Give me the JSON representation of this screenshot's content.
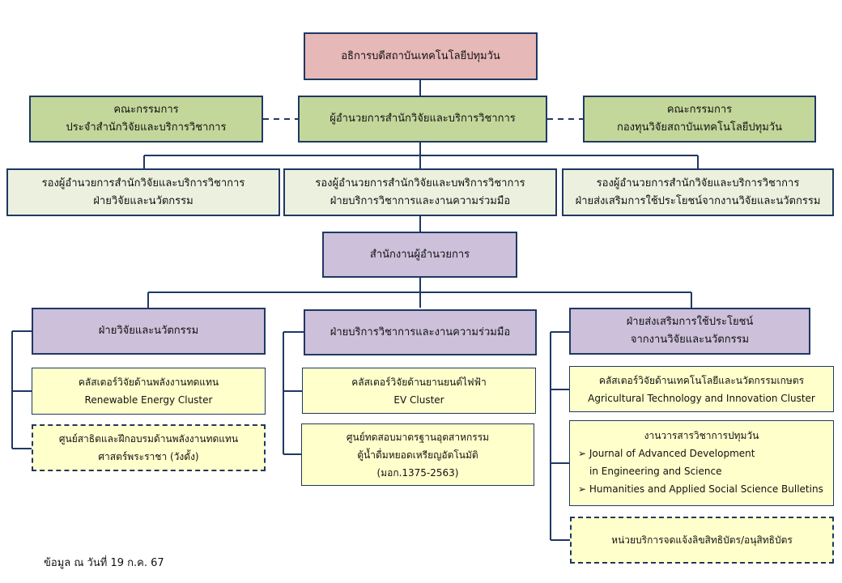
{
  "top": {
    "title": "อธิการบดีสถาบันเทคโนโลยีปทุมวัน"
  },
  "level2": {
    "committee_left": [
      "คณะกรรมการ",
      "ประจำสำนักวิจัยและบริการวิชาการ"
    ],
    "director": "ผู้อำนวยการสำนักวิจัยและบริการวิชาการ",
    "committee_right": [
      "คณะกรรมการ",
      "กองทุนวิจัยสถาบันเทคโนโลยีปทุมวัน"
    ]
  },
  "deputies": [
    [
      "รองผู้อำนวยการสำนักวิจัยและบริการวิชาการ",
      "ฝ่ายวิจัยและนวัตกรรม"
    ],
    [
      "รองผู้อำนวยการสำนักวิจัยและบพริการวิชาการ",
      "ฝ่ายบริการวิชาการและงานความร่วมมือ"
    ],
    [
      "รองผู้อำนวยการสำนักวิจัยและบริการวิชาการ",
      "ฝ่ายส่งเสริมการใช้ประโยชน์จากงานวิจัยและนวัตกรรม"
    ]
  ],
  "office": "สำนักงานผู้อำนวยการ",
  "divisions": {
    "research": {
      "title": "ฝ่ายวิจัยและนวัตกรรม",
      "cluster": [
        "คลัสเตอร์วิจัยด้านพลังงานทดแทน",
        "Renewable Energy Cluster"
      ],
      "center": [
        "ศูนย์สาธิตและฝึกอบรมด้านพลังงานทดแทน",
        "ศาสตร์พระราชา (วังดั้ง)"
      ]
    },
    "service": {
      "title": "ฝ่ายบริการวิชาการและงานความร่วมมือ",
      "cluster": [
        "คลัสเตอร์วิจัยด้านยานยนต์ไฟฟ้า",
        "EV Cluster"
      ],
      "center": [
        "ศูนย์ทดสอบมาตรฐานอุตสาหกรรม",
        "ตู้น้ำดื่มหยอดเหรียญอัตโนมัติ",
        "(มอก.1375-2563)"
      ]
    },
    "utilization": {
      "title": [
        "ฝ่ายส่งเสริมการใช้ประโยชน์",
        "จากงานวิจัยและนวัตกรรม"
      ],
      "cluster": [
        "คลัสเตอร์วิจัยด้านเทคโนโลยีและนวัตกรรมเกษตร",
        "Agricultural Technology and Innovation Cluster"
      ],
      "journal": {
        "title": "งานวารสารวิชาการปทุมวัน",
        "bullet_symbol": "➢",
        "item1_line1": "Journal of Advanced Development",
        "item1_line2": "in Engineering and Science",
        "item2": "Humanities and Applied Social Science Bulletins"
      },
      "ip_unit": "หน่วยบริการจดแจ้งลิขสิทธิบัตร/อนุสิทธิบัตร"
    }
  },
  "footnote": "ข้อมูล ณ วันที่ 19 ก.ค. 67",
  "colors": {
    "border": "#1f3864",
    "pink": "#e6b8b7",
    "green": "#c4d79b",
    "cream": "#ebf1de",
    "purple": "#ccc0da",
    "yellow": "#ffffcc"
  }
}
